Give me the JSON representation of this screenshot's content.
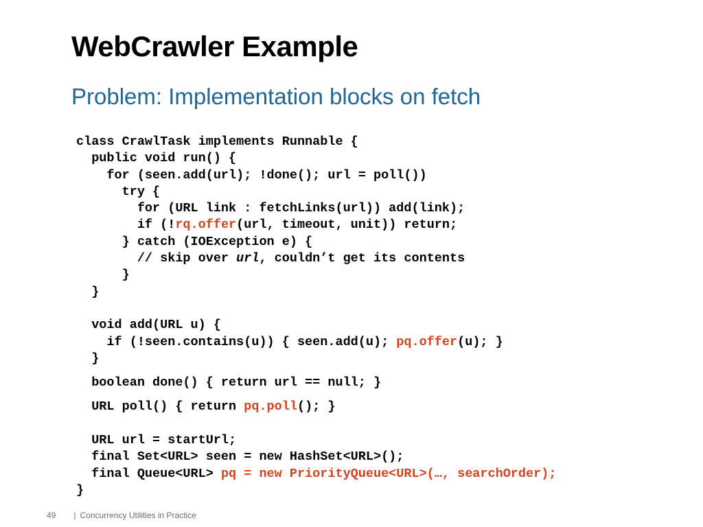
{
  "slide": {
    "title": "WebCrawler Example",
    "subtitle": "Problem: Implementation blocks on fetch"
  },
  "code": {
    "l1": "class CrawlTask implements Runnable {",
    "l2": "  public void run() {",
    "l3": "    for (seen.add(url); !done(); url = poll())",
    "l4": "      try {",
    "l5": "        for (URL link : fetchLinks(url)) add(link);",
    "l6a": "        if (!",
    "l6b": "rq.offer",
    "l6c": "(url, timeout, unit)) return;",
    "l7": "      } catch (IOException e) {",
    "l8a": "        // skip over ",
    "l8b": "url",
    "l8c": ", couldn’t get its contents",
    "l9": "      }",
    "l10": "  }",
    "l12": "  void add(URL u) {",
    "l13a": "    if (!seen.contains(u)) { seen.add(u); ",
    "l13b": "pq.offer",
    "l13c": "(u); }",
    "l14": "  }",
    "l15": "  boolean done() { return url == null; }",
    "l16a": "  URL poll() { return ",
    "l16b": "pq.poll",
    "l16c": "(); }",
    "l18": "  URL url = startUrl;",
    "l19": "  final Set<URL> seen = new HashSet<URL>();",
    "l20a": "  final Queue<URL> ",
    "l20b": "pq = new PriorityQueue<URL>(…, searchOrder);",
    "l21": "}"
  },
  "footer": {
    "page_number": "49",
    "separator": "|",
    "course_title": "Concurrency Utilities in Practice"
  },
  "colors": {
    "subtitle": "#1f6694",
    "highlight": "#d2431e"
  }
}
